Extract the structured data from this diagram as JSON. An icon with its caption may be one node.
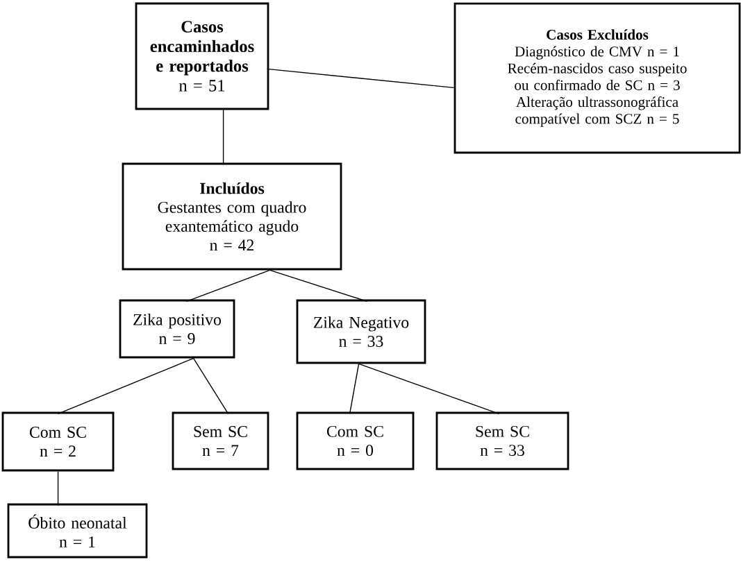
{
  "diagram": {
    "nodes": [
      {
        "text": [
          "Casos encaminhados e reportados",
          "n = 51"
        ]
      },
      {
        "text": [
          "Casos Excluídos",
          "Diagnóstico de CMV n = 1",
          "Recém-nascidos caso suspeito ou confirmado de SC n = 3",
          "Alteração ultrassonográfica compatível com SCZ n = 5"
        ]
      },
      {
        "text": [
          "Incluídos",
          "Gestantes com quadro exantemático agudo",
          "n = 42"
        ]
      },
      {
        "text": [
          "Zika positivo",
          "n = 9"
        ]
      },
      {
        "text": [
          "Zika Negativo",
          "n = 33"
        ]
      },
      {
        "text": [
          "Com SC",
          "n = 2"
        ]
      },
      {
        "text": [
          "Sem SC",
          "n = 7"
        ]
      },
      {
        "text": [
          "Com SC",
          "n = 0"
        ]
      },
      {
        "text": [
          "Sem SC",
          "n = 33"
        ]
      },
      {
        "text": [
          "Óbito neonatal",
          "n = 1"
        ]
      }
    ],
    "edges": [
      {
        "from": 0,
        "to": 1,
        "arrow": "none"
      },
      {
        "from": 0,
        "to": 2,
        "arrow": "none"
      },
      {
        "from": 2,
        "to": 3,
        "arrow": "none"
      },
      {
        "from": 2,
        "to": 4,
        "arrow": "none"
      },
      {
        "from": 3,
        "to": 5,
        "arrow": "none"
      },
      {
        "from": 3,
        "to": 6,
        "arrow": "none"
      },
      {
        "from": 4,
        "to": 7,
        "arrow": "none"
      },
      {
        "from": 4,
        "to": 8,
        "arrow": "none"
      },
      {
        "from": 5,
        "to": 9,
        "arrow": "none"
      }
    ]
  }
}
